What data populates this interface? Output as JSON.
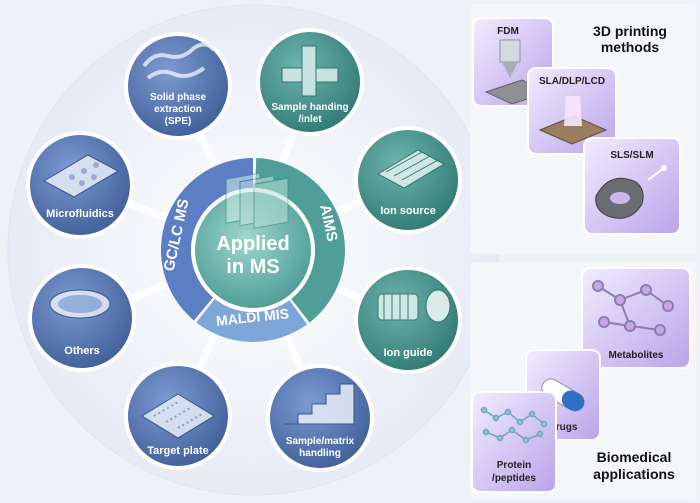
{
  "center": {
    "line1": "Applied",
    "line2": "in MS"
  },
  "ring": {
    "left": "GC/LC MS",
    "right": "AIMS",
    "bottom": "MALDI MIS"
  },
  "satellites": [
    {
      "id": "spe",
      "lines": [
        "Solid phase",
        "extraction",
        "(SPE)"
      ]
    },
    {
      "id": "sample-inlet",
      "lines": [
        "Sample handing",
        "/inlet"
      ]
    },
    {
      "id": "ion-source",
      "lines": [
        "Ion source"
      ]
    },
    {
      "id": "ion-guide",
      "lines": [
        "Ion guide"
      ]
    },
    {
      "id": "sample-matrix",
      "lines": [
        "Sample/matrix",
        "handling"
      ]
    },
    {
      "id": "target-plate",
      "lines": [
        "Target plate"
      ]
    },
    {
      "id": "others",
      "lines": [
        "Others"
      ]
    },
    {
      "id": "microfluidics",
      "lines": [
        "Microfluidics"
      ]
    }
  ],
  "printing": {
    "heading": [
      "3D printing",
      "methods"
    ],
    "cards": [
      {
        "id": "fdm",
        "label": "FDM"
      },
      {
        "id": "sla",
        "label": "SLA/DLP/LCD"
      },
      {
        "id": "sls",
        "label": "SLS/SLM"
      }
    ]
  },
  "biomedical": {
    "heading": [
      "Biomedical",
      "applications"
    ],
    "cards": [
      {
        "id": "metabolites",
        "lines": [
          "Metabolites"
        ]
      },
      {
        "id": "drugs",
        "lines": [
          "Drugs"
        ]
      },
      {
        "id": "protein",
        "lines": [
          "Protein",
          "/peptides"
        ]
      }
    ]
  },
  "colors": {
    "ring_blue": "#5c7ec4",
    "ring_teal": "#4f9e97",
    "center": "#78bdb4",
    "satellite_blue": "#4f6fa8",
    "satellite_teal": "#3f8a86",
    "card_purple": "#c9b9ee"
  }
}
